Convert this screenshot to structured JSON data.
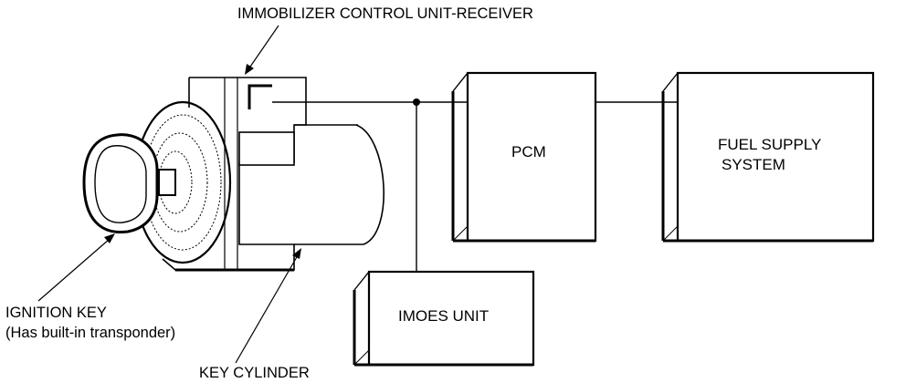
{
  "labels": {
    "immobilizer": "IMMOBILIZER CONTROL UNIT-RECEIVER",
    "ignition_key_line1": "IGNITION KEY",
    "ignition_key_line2": "(Has built-in transponder)",
    "key_cylinder": "KEY CYLINDER"
  },
  "boxes": {
    "pcm": "PCM",
    "fuel_line1": "FUEL SUPPLY",
    "fuel_line2": "SYSTEM",
    "imoes": "IMOES UNIT"
  },
  "colors": {
    "line": "#000000",
    "background": "#ffffff"
  }
}
